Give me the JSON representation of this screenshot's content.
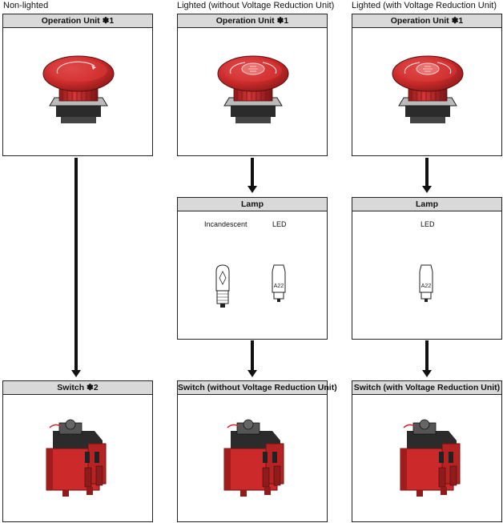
{
  "columns": [
    {
      "title": "Non-lighted"
    },
    {
      "title": "Lighted (without Voltage Reduction Unit)"
    },
    {
      "title": "Lighted (with Voltage Reduction Unit)"
    }
  ],
  "operation_unit": {
    "label": "Operation Unit ✽1"
  },
  "lamp": {
    "label": "Lamp",
    "incandescent": "Incandescent",
    "led": "LED",
    "led_marking": "A22"
  },
  "switch": {
    "non_lighted": "Switch ✽2",
    "without_vr": "Switch (without Voltage Reduction Unit)",
    "with_vr": "Switch (with Voltage Reduction Unit)"
  },
  "colors": {
    "red": "#cc2a2a",
    "dark_red": "#8f1b1b",
    "header_gray": "#d9d9d9"
  },
  "icons": [
    "mushroom-button-icon",
    "incandescent-bulb-icon",
    "led-bulb-icon",
    "switch-block-icon"
  ]
}
